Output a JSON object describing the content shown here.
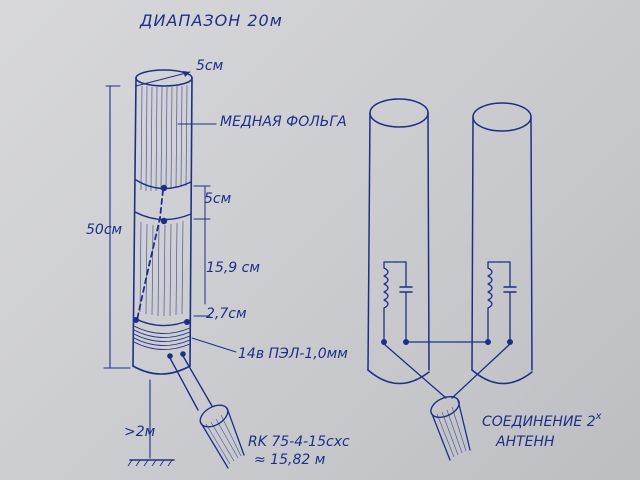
{
  "diagram": {
    "title": "ДИАПАЗОН 20м",
    "left_antenna": {
      "diameter_label": "5см",
      "foil_label": "МЕДНАЯ ФОЛЬГА",
      "height_label": "50см",
      "gap_label": "5см",
      "section_label": "15,9 см",
      "coil_section_label": "2,7см",
      "turns_label": "14в ПЭЛ-1,0мм",
      "ground_height_label": ">2м",
      "cable_label": "RK 75-4-15схс",
      "cable_length_label": "≈ 15,82 м"
    },
    "right_antennas": {
      "caption_line1": "СОЕДИНЕНИЕ 2",
      "caption_superscript": "х",
      "caption_line2": "АНТЕНН"
    }
  }
}
